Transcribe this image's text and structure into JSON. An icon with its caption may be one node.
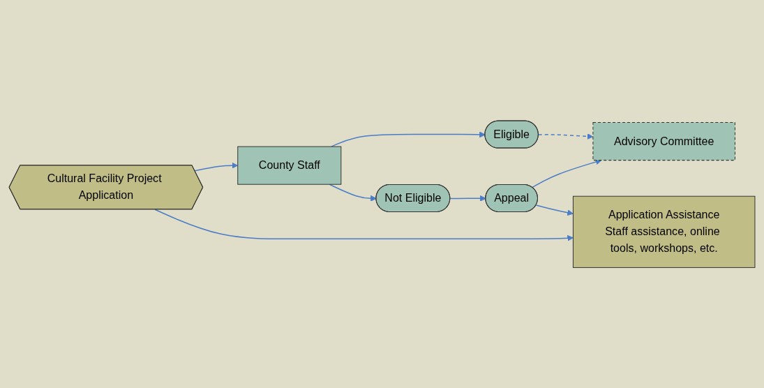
{
  "diagram": {
    "nodes": [
      {
        "text": [
          "Cultural Facility Project Application"
        ]
      },
      {
        "text": [
          "County Staff"
        ]
      },
      {
        "text": [
          "Eligible"
        ]
      },
      {
        "text": [
          "Not Eligible"
        ]
      },
      {
        "text": [
          "Appeal"
        ]
      },
      {
        "text": [
          "Advisory Committee"
        ]
      },
      {
        "text": [
          "Application Assistance",
          "Staff assistance, online tools, workshops, etc."
        ]
      }
    ],
    "edges": [
      {
        "from": 0,
        "to": 1,
        "arrow": "to"
      },
      {
        "from": 1,
        "to": 2,
        "arrow": "to"
      },
      {
        "from": 1,
        "to": 3,
        "arrow": "to"
      },
      {
        "from": 2,
        "to": 5,
        "arrow": "to",
        "style": "dashed"
      },
      {
        "from": 3,
        "to": 4,
        "arrow": "to"
      },
      {
        "from": 4,
        "to": 5,
        "arrow": "to"
      },
      {
        "from": 0,
        "to": 6,
        "arrow": "to"
      },
      {
        "from": 4,
        "to": 6,
        "arrow": "to"
      }
    ]
  }
}
